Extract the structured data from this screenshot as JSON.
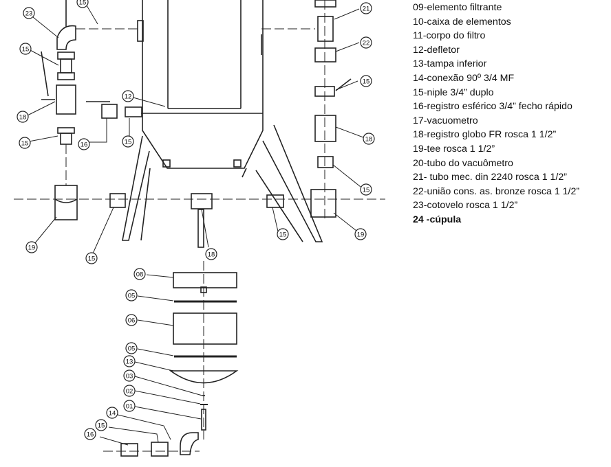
{
  "legend": [
    "09-elemento filtrante",
    "10-caixa de elementos",
    "11-corpo do filtro",
    "12-defletor",
    "13-tampa inferior",
    "14-conexão 90º 3/4 MF",
    "15-niple 3/4” duplo",
    "16-registro esférico 3/4” fecho rápido",
    "17-vacuometro",
    "18-registro globo FR rosca 1 1/2”",
    "19-tee rosca 1 1/2”",
    "20-tubo do vacuômetro",
    "21- tubo mec. din 2240 rosca 1 1/2”",
    "22-união cons. as. bronze rosca 1 1/2”",
    "23-cotovelo  rosca 1 1/2”",
    "24 -cúpula"
  ],
  "callouts": [
    "15",
    "23",
    "15",
    "18",
    "12",
    "16",
    "15",
    "15",
    "21",
    "22",
    "15",
    "18",
    "15",
    "19",
    "15",
    "18",
    "15",
    "19",
    "08",
    "05",
    "06",
    "05",
    "13",
    "03",
    "02",
    "01",
    "14",
    "15",
    "16"
  ]
}
